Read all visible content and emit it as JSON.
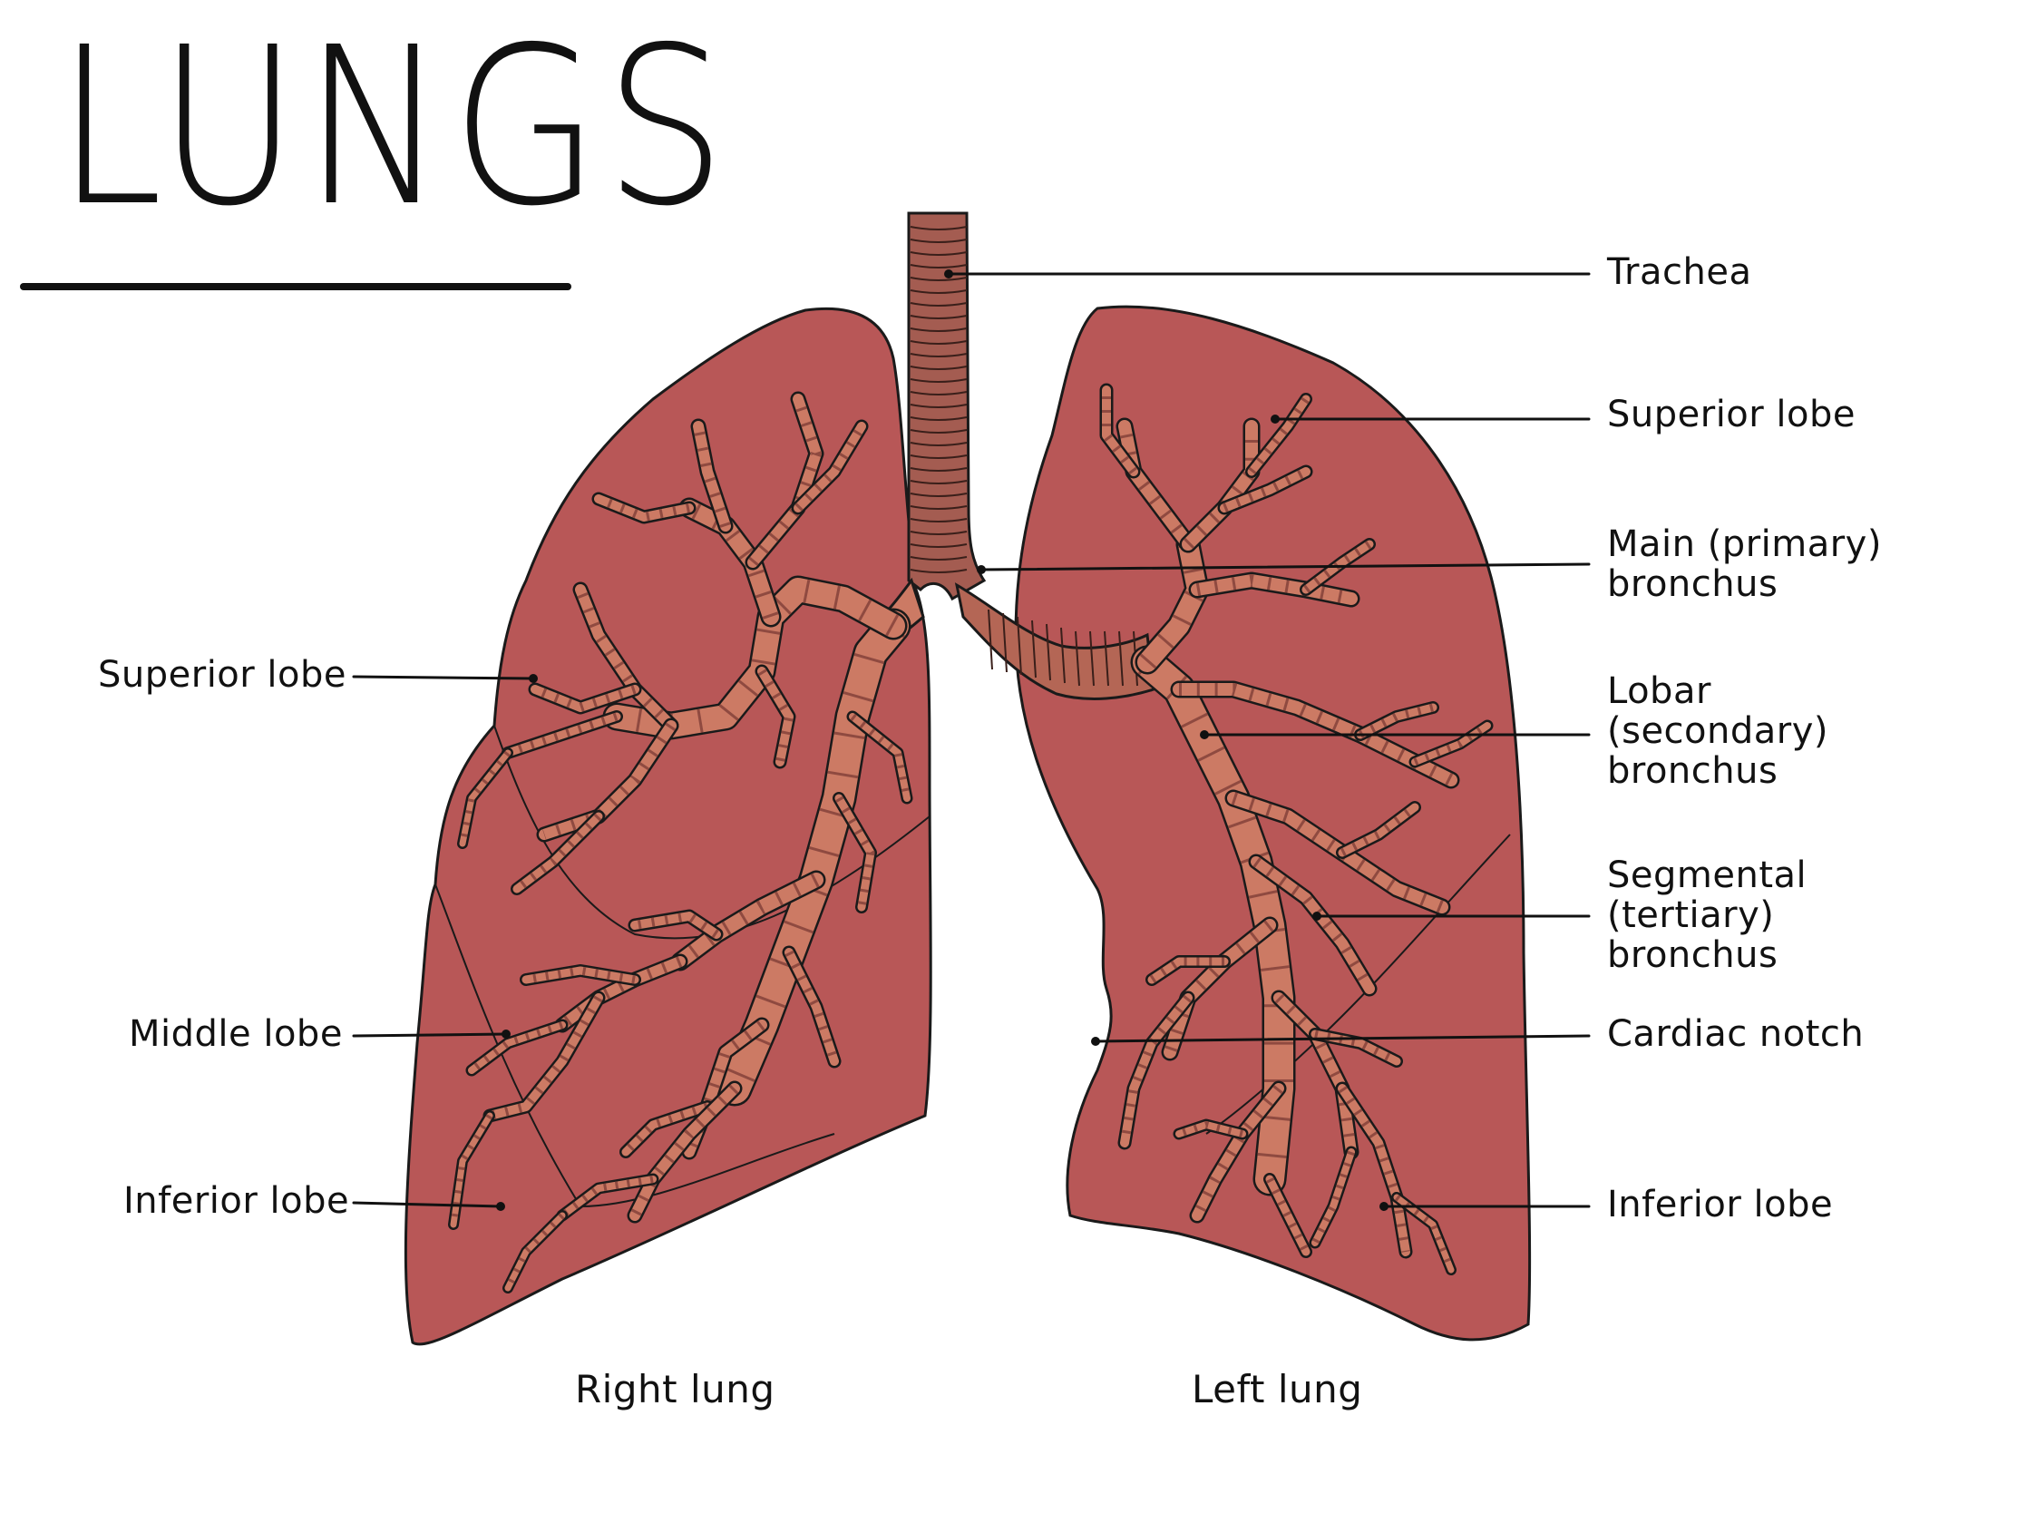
{
  "title": "LUNGS",
  "labels": {
    "trachea": "Trachea",
    "superior_lobe_left_lung": "Superior lobe",
    "main_bronchus": "Main (primary)\nbronchus",
    "lobar_bronchus": "Lobar\n(secondary)\nbronchus",
    "segmental_bronchus": "Segmental\n(tertiary)\nbronchus",
    "cardiac_notch": "Cardiac notch",
    "inferior_lobe_left_lung": "Inferior lobe",
    "superior_lobe_right_lung": "Superior lobe",
    "middle_lobe_right_lung": "Middle lobe",
    "inferior_lobe_right_lung": "Inferior lobe"
  },
  "captions": {
    "right_lung": "Right lung",
    "left_lung": "Left lung"
  },
  "colors": {
    "lung_fill": "#b85757",
    "airway_fill": "#cc7a64",
    "airway_ring": "#8f4a40",
    "trachea_fill": "#a45c51",
    "outline": "#1a1a1a",
    "background": "#ffffff"
  }
}
